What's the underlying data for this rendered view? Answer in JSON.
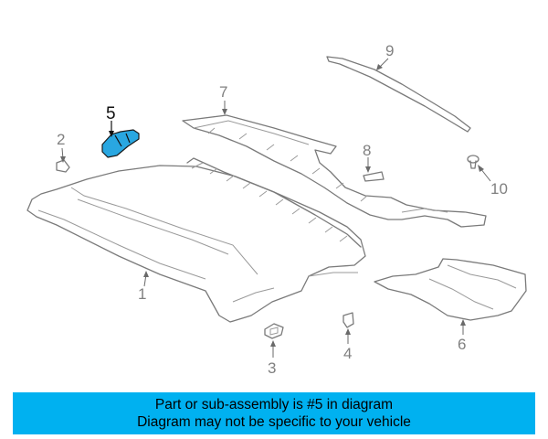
{
  "callouts": {
    "c1": "1",
    "c2": "2",
    "c3": "3",
    "c4": "4",
    "c5": "5",
    "c6": "6",
    "c7": "7",
    "c8": "8",
    "c9": "9",
    "c10": "10"
  },
  "highlight_part": "5",
  "colors": {
    "highlight": "#29a7e1",
    "banner": "#00b1f0"
  },
  "banner": {
    "line1": "Part or sub-assembly is #5 in diagram",
    "line2": "Diagram may not be specific to your vehicle"
  }
}
